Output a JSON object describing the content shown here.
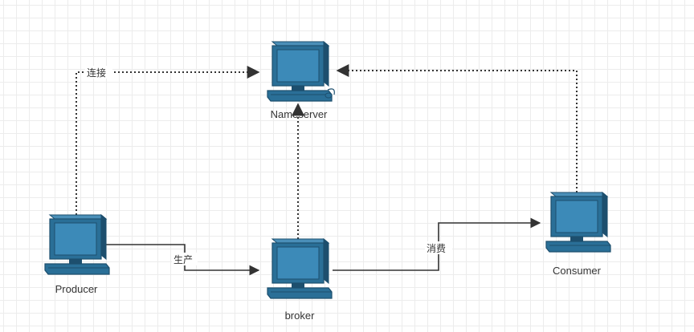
{
  "diagram": {
    "nodes": [
      {
        "id": "nameserver",
        "label": "Nameserver",
        "icon": "desktop-computer-icon"
      },
      {
        "id": "producer",
        "label": "Producer",
        "icon": "desktop-computer-icon"
      },
      {
        "id": "broker",
        "label": "broker",
        "icon": "desktop-computer-icon"
      },
      {
        "id": "consumer",
        "label": "Consumer",
        "icon": "desktop-computer-icon"
      }
    ],
    "edges": [
      {
        "from": "producer",
        "to": "nameserver",
        "label": "连接",
        "style": "dotted"
      },
      {
        "from": "producer",
        "to": "broker",
        "label": "生产",
        "style": "solid"
      },
      {
        "from": "broker",
        "to": "nameserver",
        "label": "",
        "style": "dotted"
      },
      {
        "from": "broker",
        "to": "consumer",
        "label": "消费",
        "style": "solid"
      },
      {
        "from": "consumer",
        "to": "nameserver",
        "label": "",
        "style": "dotted"
      }
    ],
    "colors": {
      "computer_body": "#2a6f97",
      "computer_edge": "#1d4f6e",
      "screen": "#3c8ab8",
      "line": "#333333"
    }
  }
}
